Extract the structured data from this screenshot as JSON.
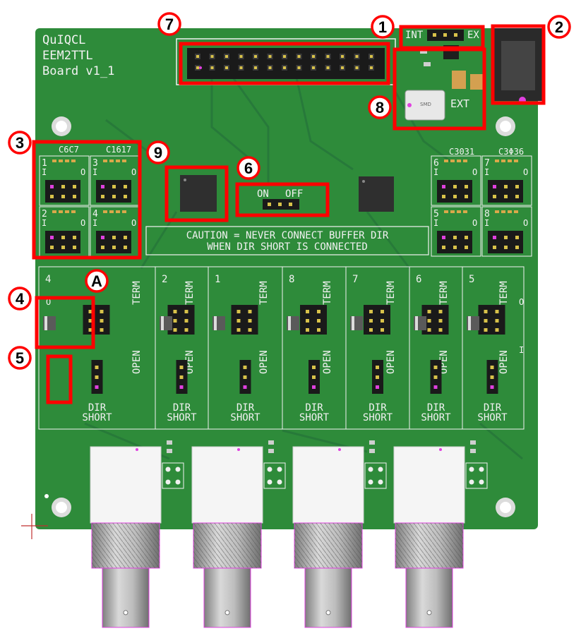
{
  "board_label": {
    "line1": "QuIQCL",
    "line2": "EEM2TTL",
    "line3": "Board v1_1"
  },
  "caution": {
    "line1": "CAUTION = NEVER CONNECT BUFFER DIR",
    "line2": "WHEN DIR SHORT IS CONNECTED"
  },
  "switch_labels": {
    "on": "ON",
    "off": "OFF"
  },
  "clock_labels": {
    "int": "INT",
    "ext_small": "EX",
    "ext_inductor": "EXT",
    "inductor_mark": "SMD"
  },
  "cap_labels": {
    "c6c7": "C6C7",
    "c1617": "C1617",
    "c3031": "C3031",
    "c3536": "C3Φ36"
  },
  "buffer_groups": [
    {
      "num": "1",
      "io": "I",
      "o": "O"
    },
    {
      "num": "3",
      "io": "I",
      "o": "O"
    },
    {
      "num": "2",
      "io": "I",
      "o": "O"
    },
    {
      "num": "4",
      "io": "I",
      "o": "O"
    },
    {
      "num": "6",
      "io": "I",
      "o": "O"
    },
    {
      "num": "7",
      "io": "I",
      "o": "O"
    },
    {
      "num": "5",
      "io": "I",
      "o": "O"
    },
    {
      "num": "8",
      "io": "I",
      "o": "O"
    }
  ],
  "channels": [
    {
      "num": "4"
    },
    {
      "num": "2"
    },
    {
      "num": "1"
    },
    {
      "num": "8"
    },
    {
      "num": "7"
    },
    {
      "num": "6"
    },
    {
      "num": "5"
    }
  ],
  "channel_text": {
    "term": "TERM",
    "open": "OPEN",
    "dir": "DIR",
    "short": "SHORT",
    "io_i": "I",
    "io_o": "O"
  },
  "callouts": [
    {
      "label": "1"
    },
    {
      "label": "2"
    },
    {
      "label": "3"
    },
    {
      "label": "4"
    },
    {
      "label": "5"
    },
    {
      "label": "6"
    },
    {
      "label": "7"
    },
    {
      "label": "8"
    },
    {
      "label": "9"
    },
    {
      "label": "A"
    }
  ],
  "colors": {
    "pcb": "#2e8b3a",
    "pcb_dark": "#23702c",
    "silk": "#f2f2f2",
    "highlight": "#ff0000",
    "header": "#1a1a1a",
    "pin": "#d8c24a",
    "metal": "#a8a8a8",
    "bnc_body": "#f5f5f5",
    "marker": "#e040e0"
  }
}
